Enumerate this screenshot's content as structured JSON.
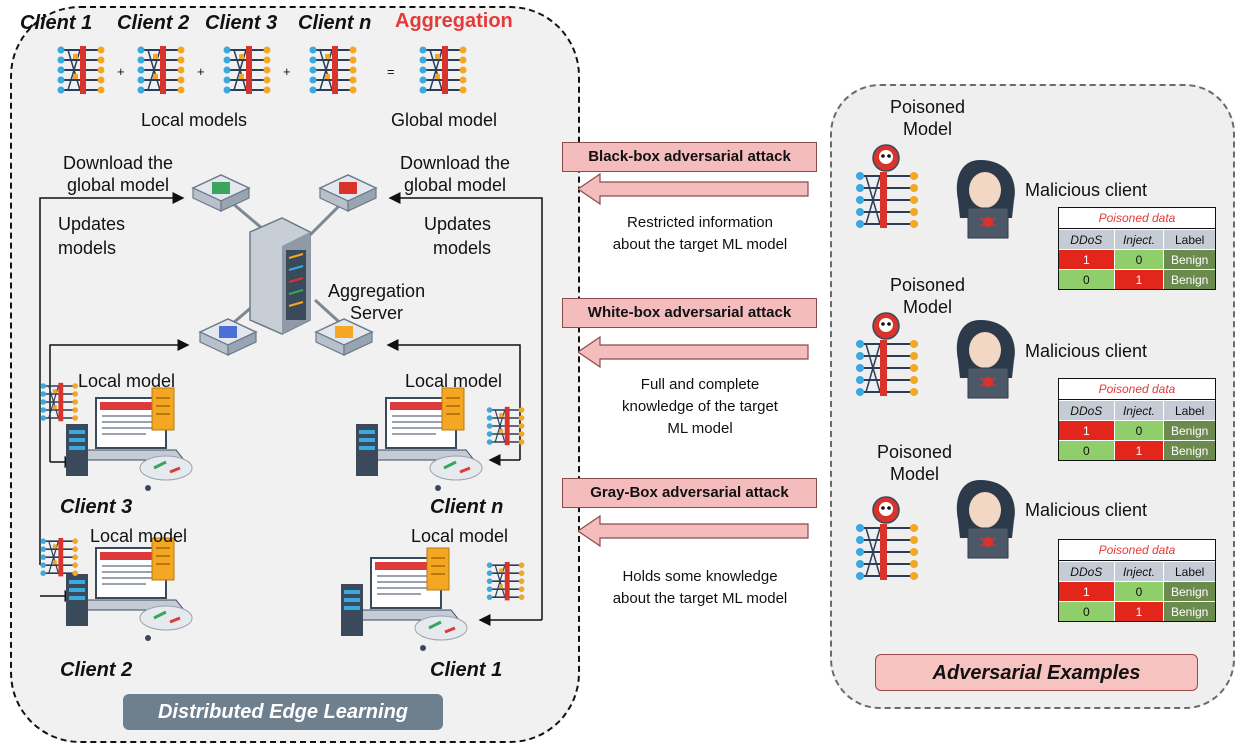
{
  "left_panel": {
    "clients_header": [
      "Client 1",
      "Client 2",
      "Client 3",
      "Client n"
    ],
    "aggregation_header": "Aggregation",
    "plus": "+",
    "equals": "=",
    "local_models_label": "Local models",
    "global_model_label": "Global model",
    "download_left": "Download the\nglobal model",
    "download_right": "Download the\nglobal model",
    "updates_left": "Updates\nmodels",
    "updates_right": "Updates\nmodels",
    "server_label": "Aggregation\nServer",
    "local_model_label": "Local model",
    "client_labels": {
      "tl": "Client 3",
      "tr": "Client n",
      "bl": "Client 2",
      "br": "Client 1"
    },
    "badge": "Distributed Edge Learning"
  },
  "attacks": [
    {
      "title": "Black-box adversarial attack",
      "desc": "Restricted information\nabout the target ML model"
    },
    {
      "title": "White-box adversarial attack",
      "desc": "Full and complete\nknowledge of the target\nML model"
    },
    {
      "title": "Gray-Box adversarial attack",
      "desc": "Holds some knowledge\nabout the target ML model"
    }
  ],
  "right_panel": {
    "poisoned_model_label": "Poisoned\nModel",
    "malicious_client_label": "Malicious client",
    "table": {
      "caption": "Poisoned data",
      "headers": [
        "DDoS",
        "Inject.",
        "Label"
      ],
      "rows": [
        [
          "1",
          "0",
          "Benign"
        ],
        [
          "0",
          "1",
          "Benign"
        ]
      ]
    },
    "badge": "Adversarial Examples"
  },
  "colors": {
    "accent_red": "#e53a3a",
    "attack_fill": "#f4bcbc",
    "benign": "#6b8a4e",
    "node_blue": "#3aa9e0",
    "node_orange": "#f5a623"
  }
}
